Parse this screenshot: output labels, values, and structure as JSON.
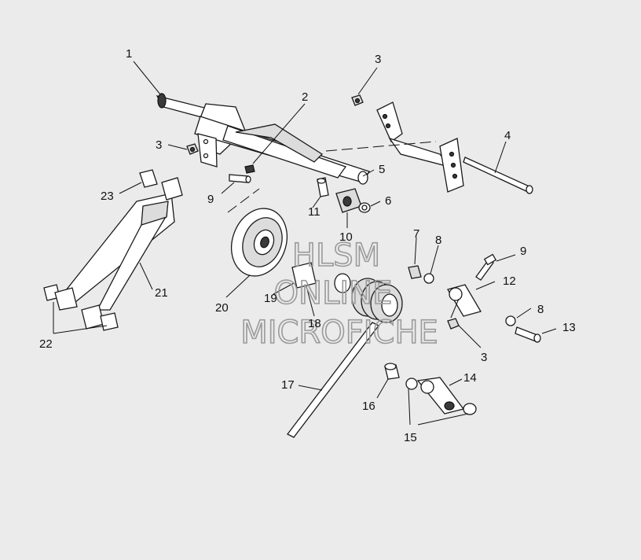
{
  "watermark": {
    "line1": "HLSM",
    "line2": "ONLINE",
    "line3": "MICROFICHE",
    "color": "#9a9a9a"
  },
  "callouts": [
    {
      "id": "c1",
      "text": "1"
    },
    {
      "id": "c2",
      "text": "2"
    },
    {
      "id": "c3a",
      "text": "3"
    },
    {
      "id": "c3b",
      "text": "3"
    },
    {
      "id": "c3c",
      "text": "3"
    },
    {
      "id": "c4",
      "text": "4"
    },
    {
      "id": "c5",
      "text": "5"
    },
    {
      "id": "c6",
      "text": "6"
    },
    {
      "id": "c7",
      "text": "7"
    },
    {
      "id": "c8a",
      "text": "8"
    },
    {
      "id": "c8b",
      "text": "8"
    },
    {
      "id": "c9a",
      "text": "9"
    },
    {
      "id": "c9b",
      "text": "9"
    },
    {
      "id": "c10",
      "text": "10"
    },
    {
      "id": "c11",
      "text": "11"
    },
    {
      "id": "c12",
      "text": "12"
    },
    {
      "id": "c13",
      "text": "13"
    },
    {
      "id": "c14",
      "text": "14"
    },
    {
      "id": "c15",
      "text": "15"
    },
    {
      "id": "c16",
      "text": "16"
    },
    {
      "id": "c17",
      "text": "17"
    },
    {
      "id": "c18",
      "text": "18"
    },
    {
      "id": "c19",
      "text": "19"
    },
    {
      "id": "c20",
      "text": "20"
    },
    {
      "id": "c21",
      "text": "21"
    },
    {
      "id": "c22",
      "text": "22"
    },
    {
      "id": "c23",
      "text": "23"
    }
  ]
}
